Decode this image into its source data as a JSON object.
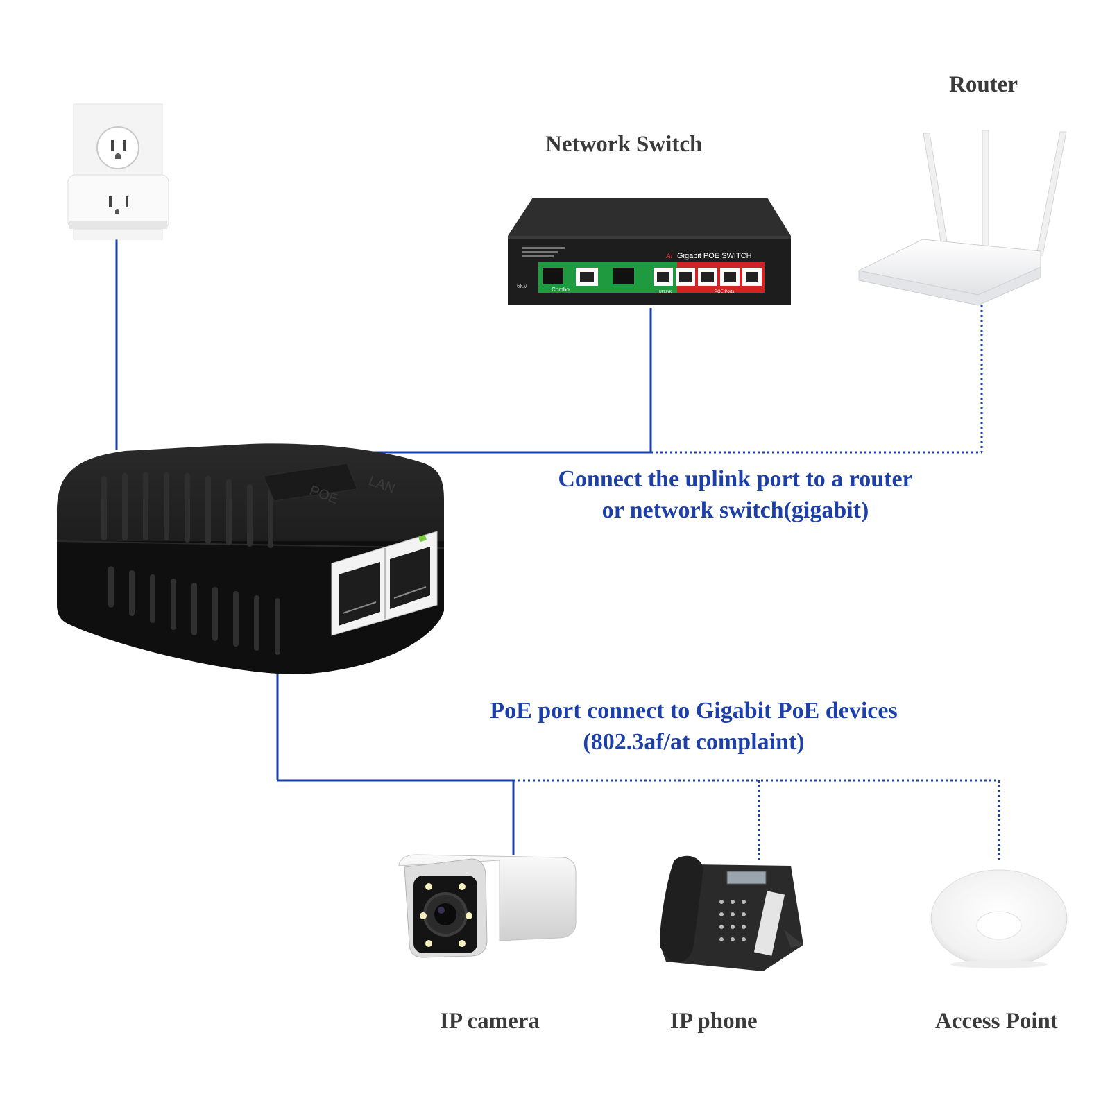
{
  "labels": {
    "router": "Router",
    "network_switch": "Network Switch",
    "ip_camera": "IP camera",
    "ip_phone": "IP phone",
    "access_point": "Access Point"
  },
  "captions": {
    "uplink_line1": "Connect the uplink port to a router",
    "uplink_line2": "or network switch(gigabit)",
    "poe_line1": "PoE port connect to Gigabit PoE devices",
    "poe_line2": "(802.3af/at complaint)"
  },
  "device_markings": {
    "injector_poe": "POE",
    "injector_lan": "LAN",
    "switch_title_prefix": "AI",
    "switch_title": "Gigabit POE SWITCH",
    "switch_combo": "Combo",
    "switch_poe_ports": "POE Ports",
    "switch_uplink": "UPLINK",
    "switch_kv": "6KV"
  },
  "colors": {
    "line_blue": "#1d3fa8",
    "caption_blue": "#1d3fa8",
    "label_gray": "#3a3a3a"
  },
  "connections": [
    {
      "from": "wall-outlet",
      "to": "poe-injector",
      "style": "solid"
    },
    {
      "from": "poe-injector",
      "to": "network-switch",
      "style": "solid"
    },
    {
      "from": "poe-injector",
      "to": "router",
      "style": "dotted"
    },
    {
      "from": "poe-injector",
      "to": "ip-camera",
      "style": "solid"
    },
    {
      "from": "poe-injector",
      "to": "ip-phone",
      "style": "dotted"
    },
    {
      "from": "poe-injector",
      "to": "access-point",
      "style": "dotted"
    }
  ]
}
